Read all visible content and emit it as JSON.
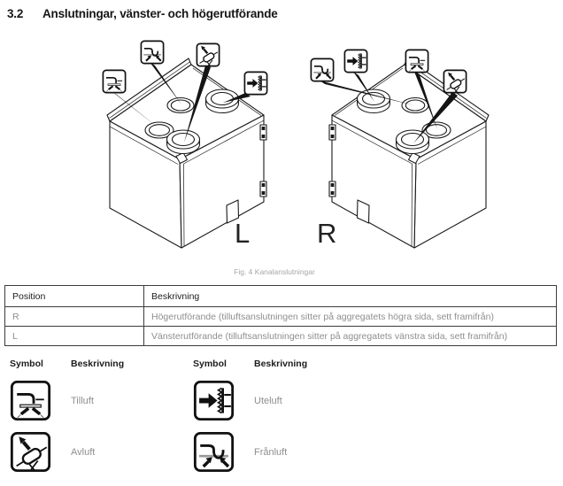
{
  "page": {
    "heading_number": "3.2",
    "heading_title": "Anslutningar, vänster- och högerutförande",
    "figure_caption": "Fig. 4 Kanalanslutningar"
  },
  "diagram": {
    "left_unit": {
      "label": "L",
      "connection_icons": [
        "tilluft",
        "franluft",
        "avluft",
        "uteluft"
      ]
    },
    "right_unit": {
      "label": "R",
      "connection_icons": [
        "franluft",
        "uteluft",
        "tilluft",
        "avluft"
      ]
    }
  },
  "position_table": {
    "headers": [
      "Position",
      "Beskrivning"
    ],
    "rows": [
      {
        "position": "R",
        "description": "Högerutförande (tilluftsanslutningen sitter på aggregatets högra sida, sett framifrån)"
      },
      {
        "position": "L",
        "description": "Vänsterutförande (tilluftsanslutningen sitter på aggregatets vänstra sida, sett framifrån)"
      }
    ]
  },
  "symbol_table": {
    "col_headers": [
      "Symbol",
      "Beskrivning"
    ],
    "entries": [
      {
        "symbol": "tilluft-icon",
        "label": "Tilluft"
      },
      {
        "symbol": "uteluft-icon",
        "label": "Uteluft"
      },
      {
        "symbol": "avluft-icon",
        "label": "Avluft"
      },
      {
        "symbol": "franluft-icon",
        "label": "Frånluft"
      }
    ]
  },
  "colors": {
    "ink": "#1a1a1a",
    "text_gray": "#8e8e8e",
    "caption_gray": "#a6a6a6",
    "plate_gray": "#999999"
  }
}
